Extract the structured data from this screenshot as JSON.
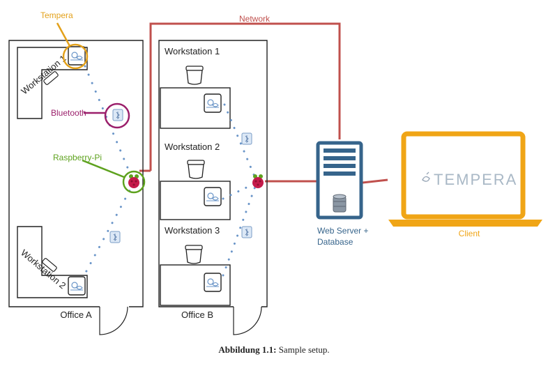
{
  "colors": {
    "tempera": "#e3a11b",
    "bluetooth": "#9b1f6b",
    "raspberry": "#5ea21e",
    "network": "#c0504d",
    "server": "#36648b",
    "client": "#f0a516",
    "line": "#222222",
    "dots": "#6a95c8"
  },
  "labels": {
    "tempera": "Tempera",
    "bluetooth": "Bluetooth",
    "raspberry": "Raspberry-Pi",
    "network": "Network",
    "server_line1": "Web Server +",
    "server_line2": "Database",
    "client": "Client",
    "office_a": "Office A",
    "office_b": "Office B",
    "office_a_ws1": "Workstation 1",
    "office_a_ws2": "Workstation 2",
    "ws1": "Workstation 1",
    "ws2": "Workstation 2",
    "ws3": "Workstation 3"
  },
  "logo": {
    "text": "TEMPERA"
  },
  "icons": {
    "sensor": "tempera-sensor-icon",
    "bluetooth": "bluetooth-beacon-icon",
    "raspberry": "raspberry-pi-icon",
    "server": "server-icon",
    "database": "database-icon",
    "laptop": "laptop-icon",
    "chair": "chair-icon"
  },
  "caption": {
    "label": "Abbildung 1.1:",
    "text": "Sample setup."
  }
}
